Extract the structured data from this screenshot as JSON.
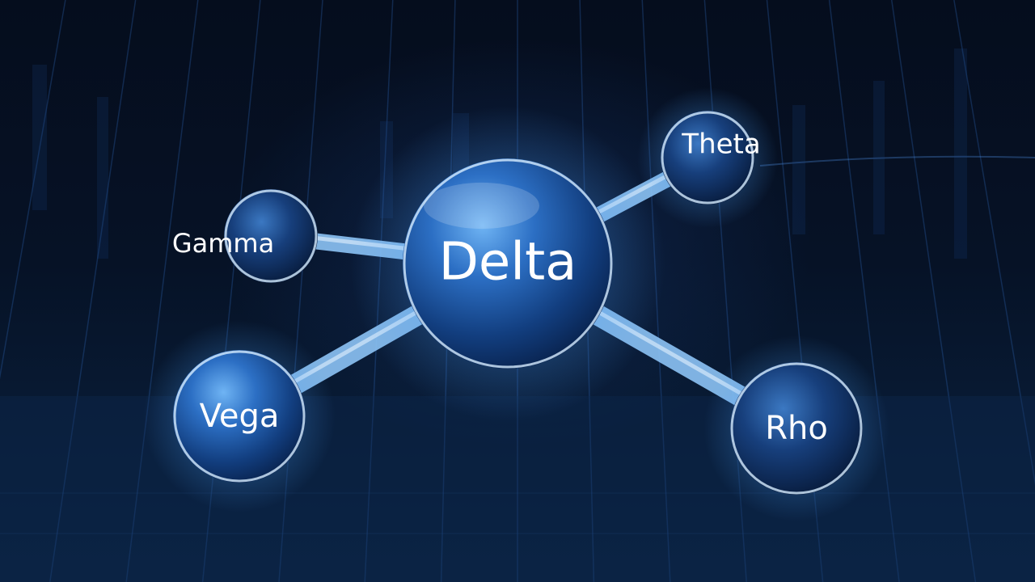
{
  "diagram": {
    "center": {
      "label": "Delta"
    },
    "nodes": [
      {
        "id": "theta",
        "label": "Theta"
      },
      {
        "id": "gamma",
        "label": "Gamma"
      },
      {
        "id": "vega",
        "label": "Vega"
      },
      {
        "id": "rho",
        "label": "Rho"
      }
    ]
  },
  "colors": {
    "background": "#050d1d",
    "accent": "#3f8fe6",
    "node_fill": "#1b4f9a",
    "connector": "#8cc3f5",
    "text": "#ffffff"
  }
}
